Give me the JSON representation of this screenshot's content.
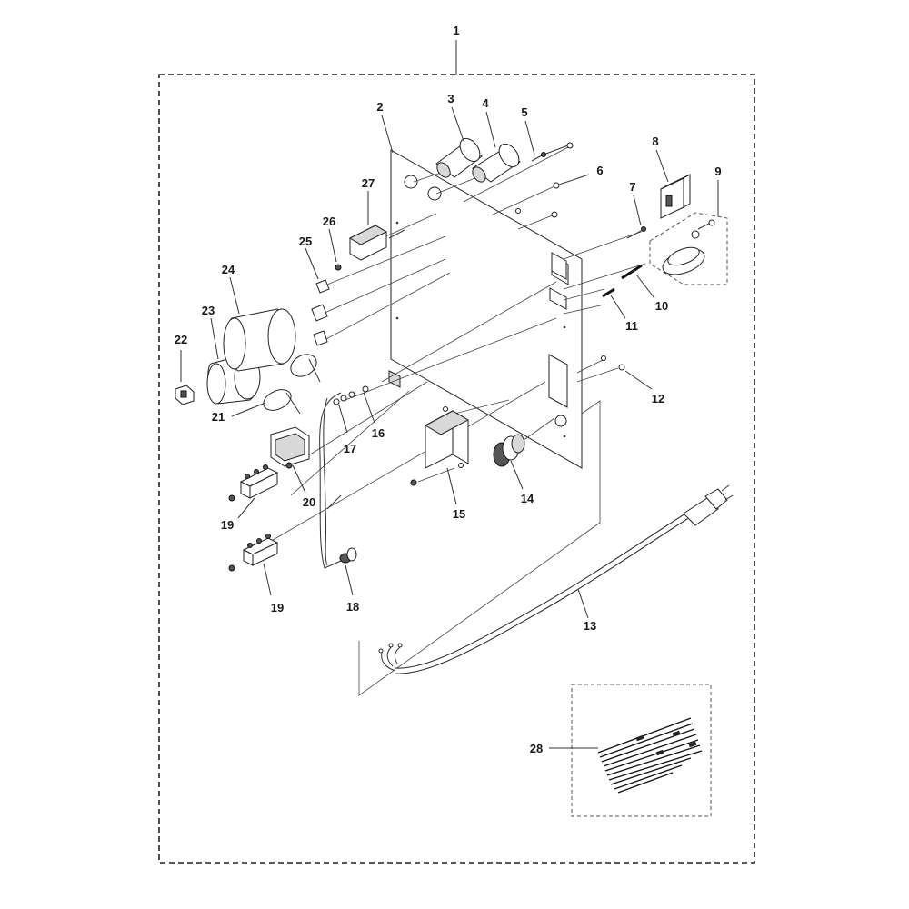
{
  "callouts": [
    {
      "id": "c1",
      "text": "1"
    },
    {
      "id": "c2",
      "text": "2"
    },
    {
      "id": "c3",
      "text": "3"
    },
    {
      "id": "c4",
      "text": "4"
    },
    {
      "id": "c5",
      "text": "5"
    },
    {
      "id": "c6",
      "text": "6"
    },
    {
      "id": "c7",
      "text": "7"
    },
    {
      "id": "c8",
      "text": "8"
    },
    {
      "id": "c9",
      "text": "9"
    },
    {
      "id": "c10",
      "text": "10"
    },
    {
      "id": "c11",
      "text": "11"
    },
    {
      "id": "c12",
      "text": "12"
    },
    {
      "id": "c13",
      "text": "13"
    },
    {
      "id": "c14",
      "text": "14"
    },
    {
      "id": "c15",
      "text": "15"
    },
    {
      "id": "c16",
      "text": "16"
    },
    {
      "id": "c17",
      "text": "17"
    },
    {
      "id": "c18",
      "text": "18"
    },
    {
      "id": "c19a",
      "text": "19"
    },
    {
      "id": "c19b",
      "text": "19"
    },
    {
      "id": "c20",
      "text": "20"
    },
    {
      "id": "c21",
      "text": "21"
    },
    {
      "id": "c22",
      "text": "22"
    },
    {
      "id": "c23",
      "text": "23"
    },
    {
      "id": "c24",
      "text": "24"
    },
    {
      "id": "c25",
      "text": "25"
    },
    {
      "id": "c26",
      "text": "26"
    },
    {
      "id": "c27",
      "text": "27"
    },
    {
      "id": "c28",
      "text": "28"
    }
  ],
  "colors": {
    "line": "#333333",
    "background": "#ffffff",
    "fill_gray": "#d8d8d8"
  }
}
